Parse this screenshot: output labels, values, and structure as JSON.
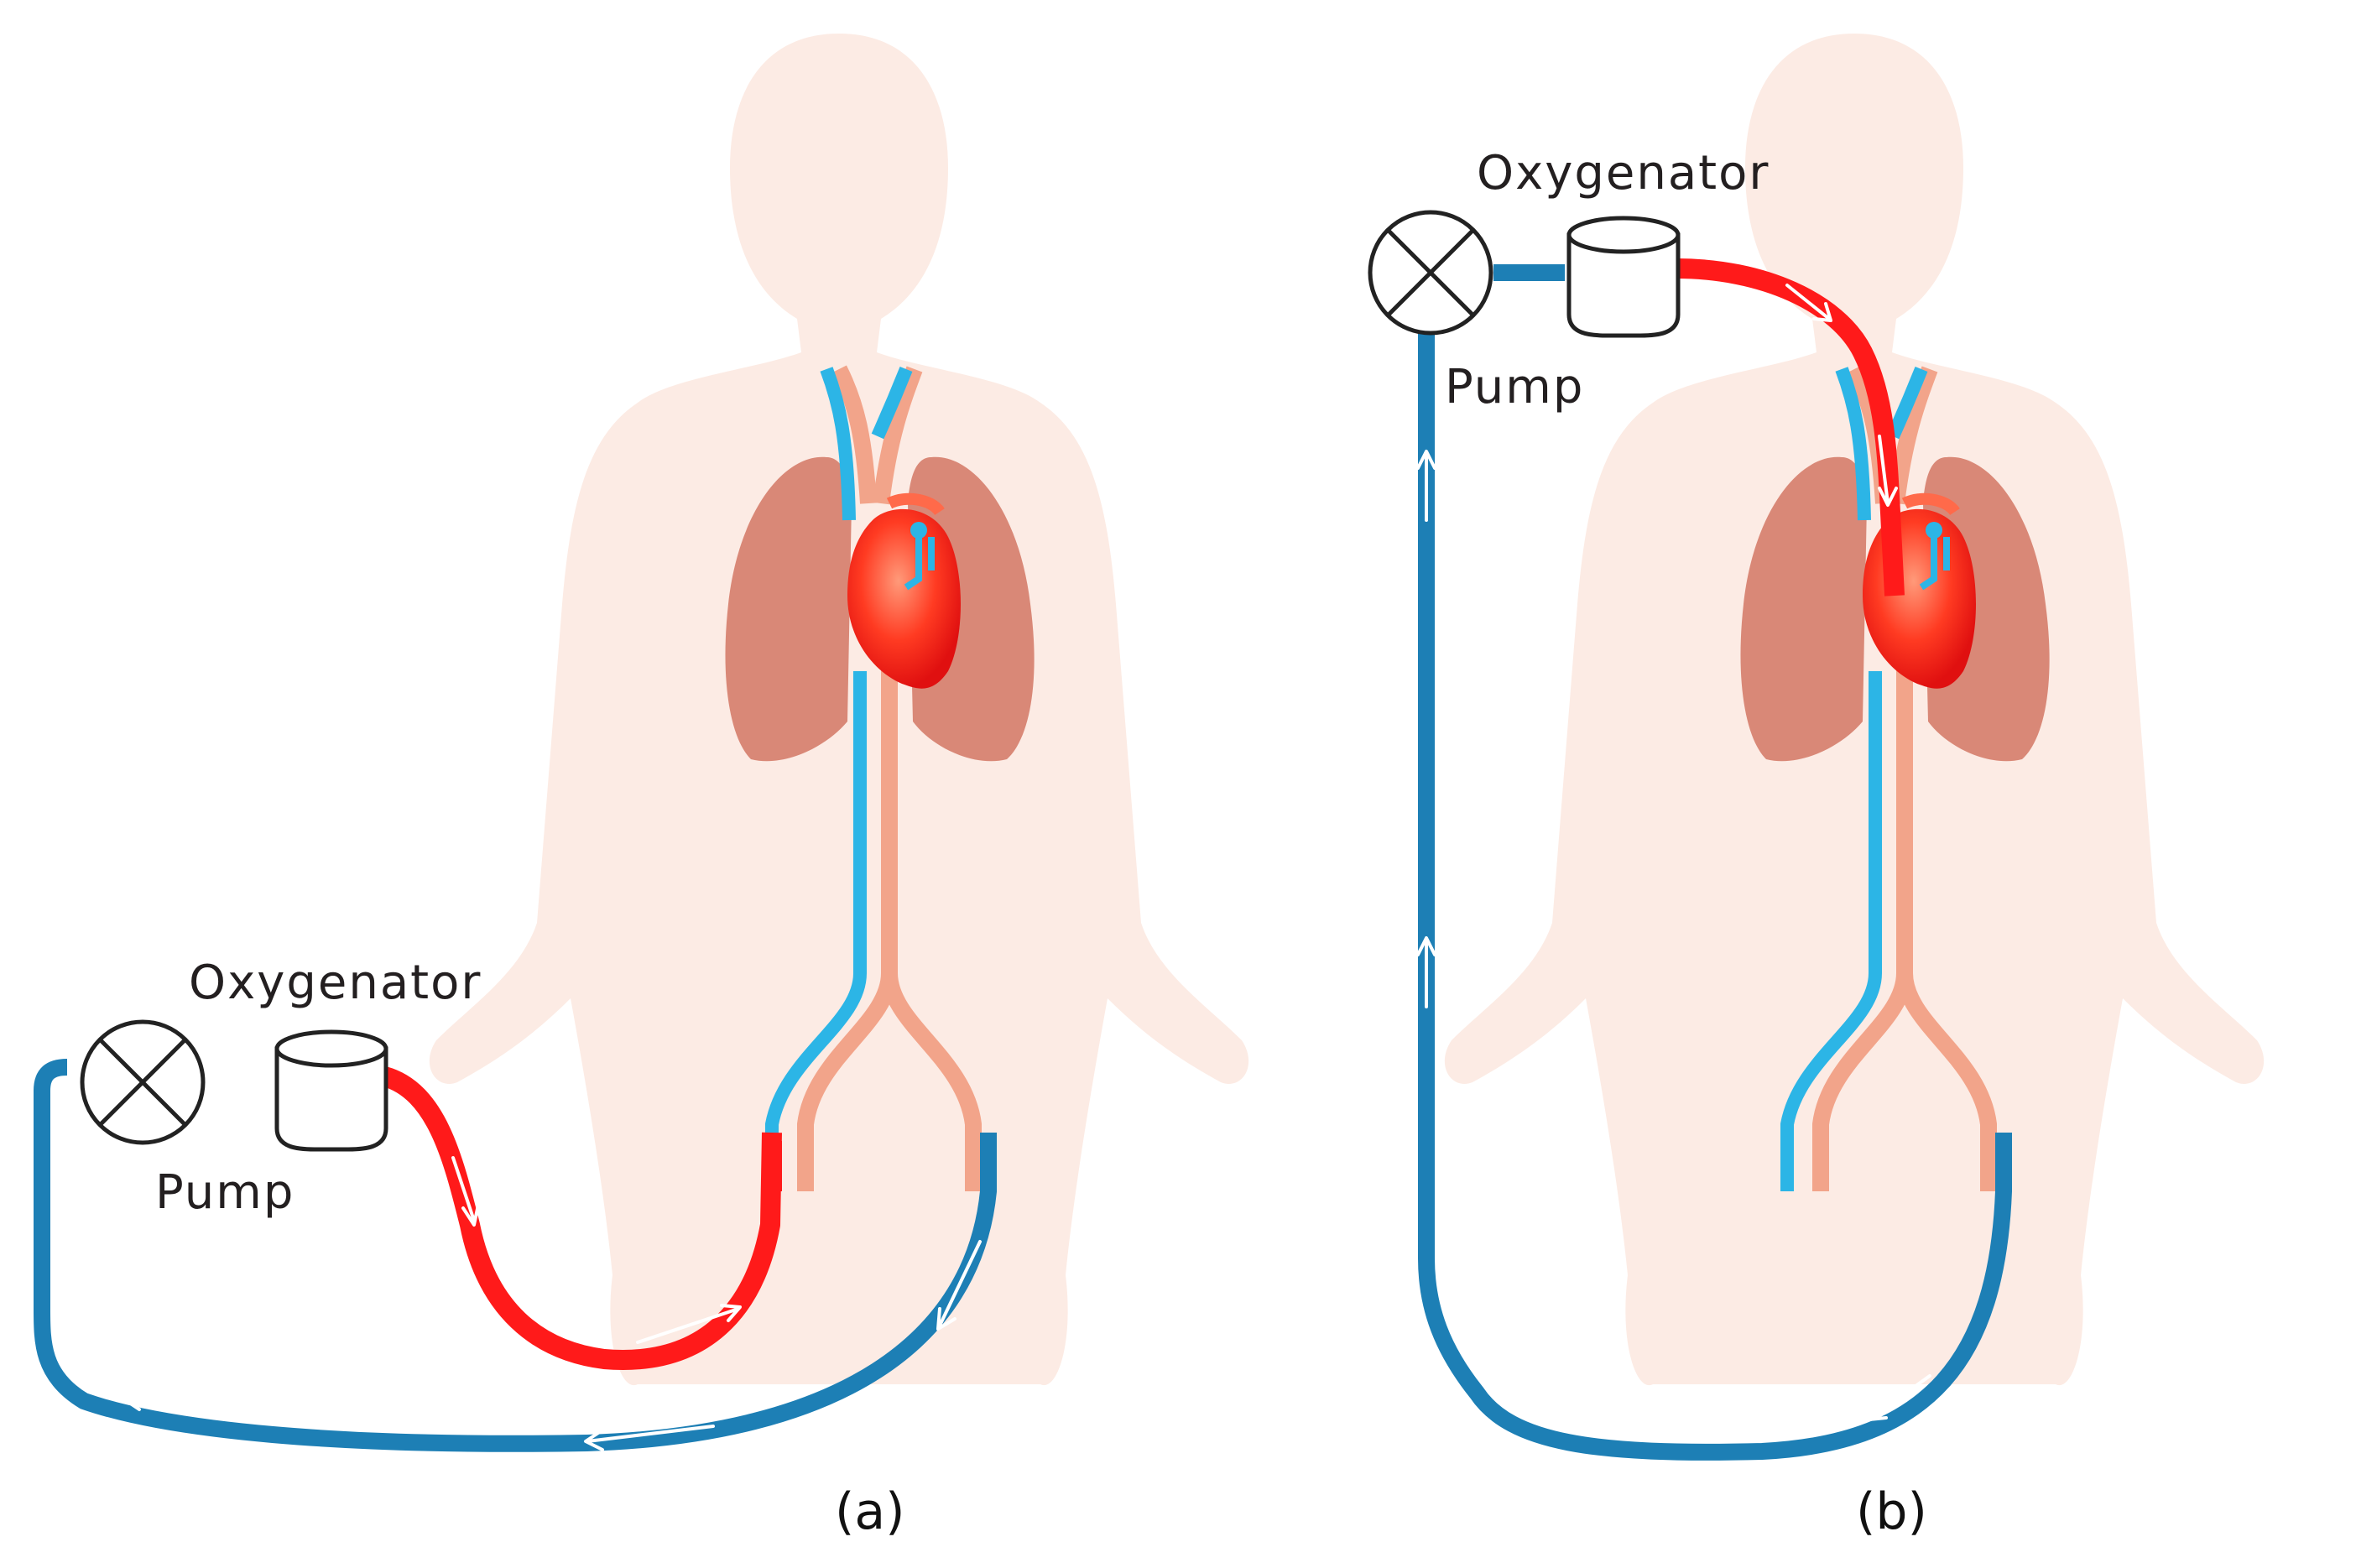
{
  "panels": [
    {
      "id": "a",
      "caption": "(a)",
      "oxygenator_label": "Oxygenator",
      "pump_label": "Pump"
    },
    {
      "id": "b",
      "caption": "(b)",
      "oxygenator_label": "Oxygenator",
      "pump_label": "Pump"
    }
  ],
  "colors": {
    "deoxygenated_tube": "#1d7fb5",
    "oxygenated_tube": "#ff1a1a",
    "body_silhouette": "#fcebe4",
    "lungs": "#d98877",
    "artery": "#f2a48a",
    "vein": "#2cb5e6"
  },
  "icons": [
    "pump-icon",
    "oxygenator-icon",
    "heart-icon",
    "lungs-icon",
    "flow-arrow-icon"
  ]
}
